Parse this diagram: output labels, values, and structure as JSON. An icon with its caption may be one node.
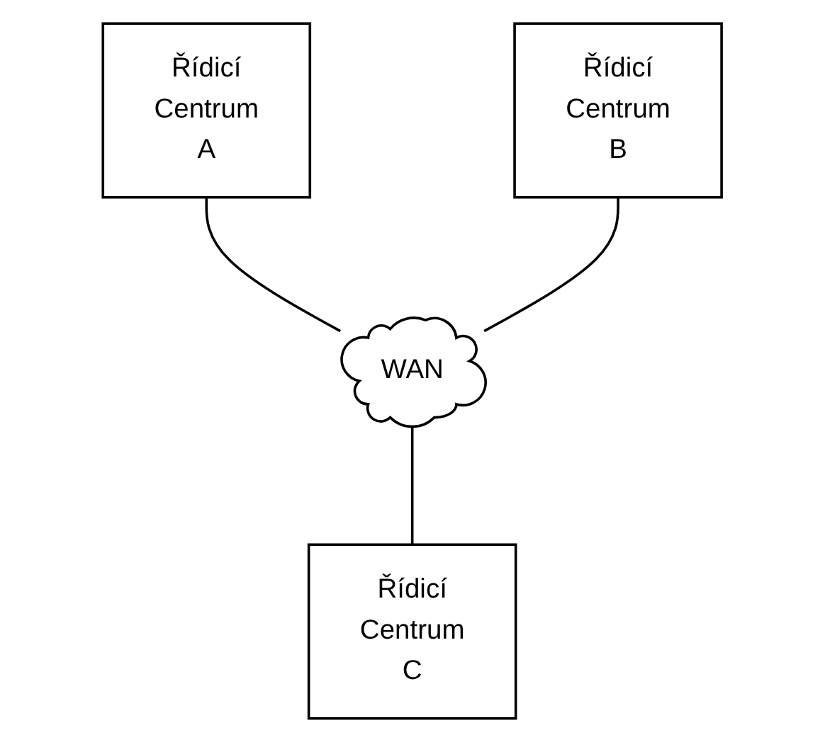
{
  "diagram": {
    "nodes": [
      {
        "text": [
          "Řídicí Centrum A"
        ]
      },
      {
        "text": [
          "Řídicí Centrum B"
        ]
      },
      {
        "text": [
          "WAN"
        ]
      },
      {
        "text": [
          "Řídicí Centrum C"
        ]
      }
    ],
    "edges": [
      {
        "from": 0,
        "to": 2,
        "arrow": "none"
      },
      {
        "from": 1,
        "to": 2,
        "arrow": "none"
      },
      {
        "from": 2,
        "to": 3,
        "arrow": "none"
      }
    ]
  }
}
